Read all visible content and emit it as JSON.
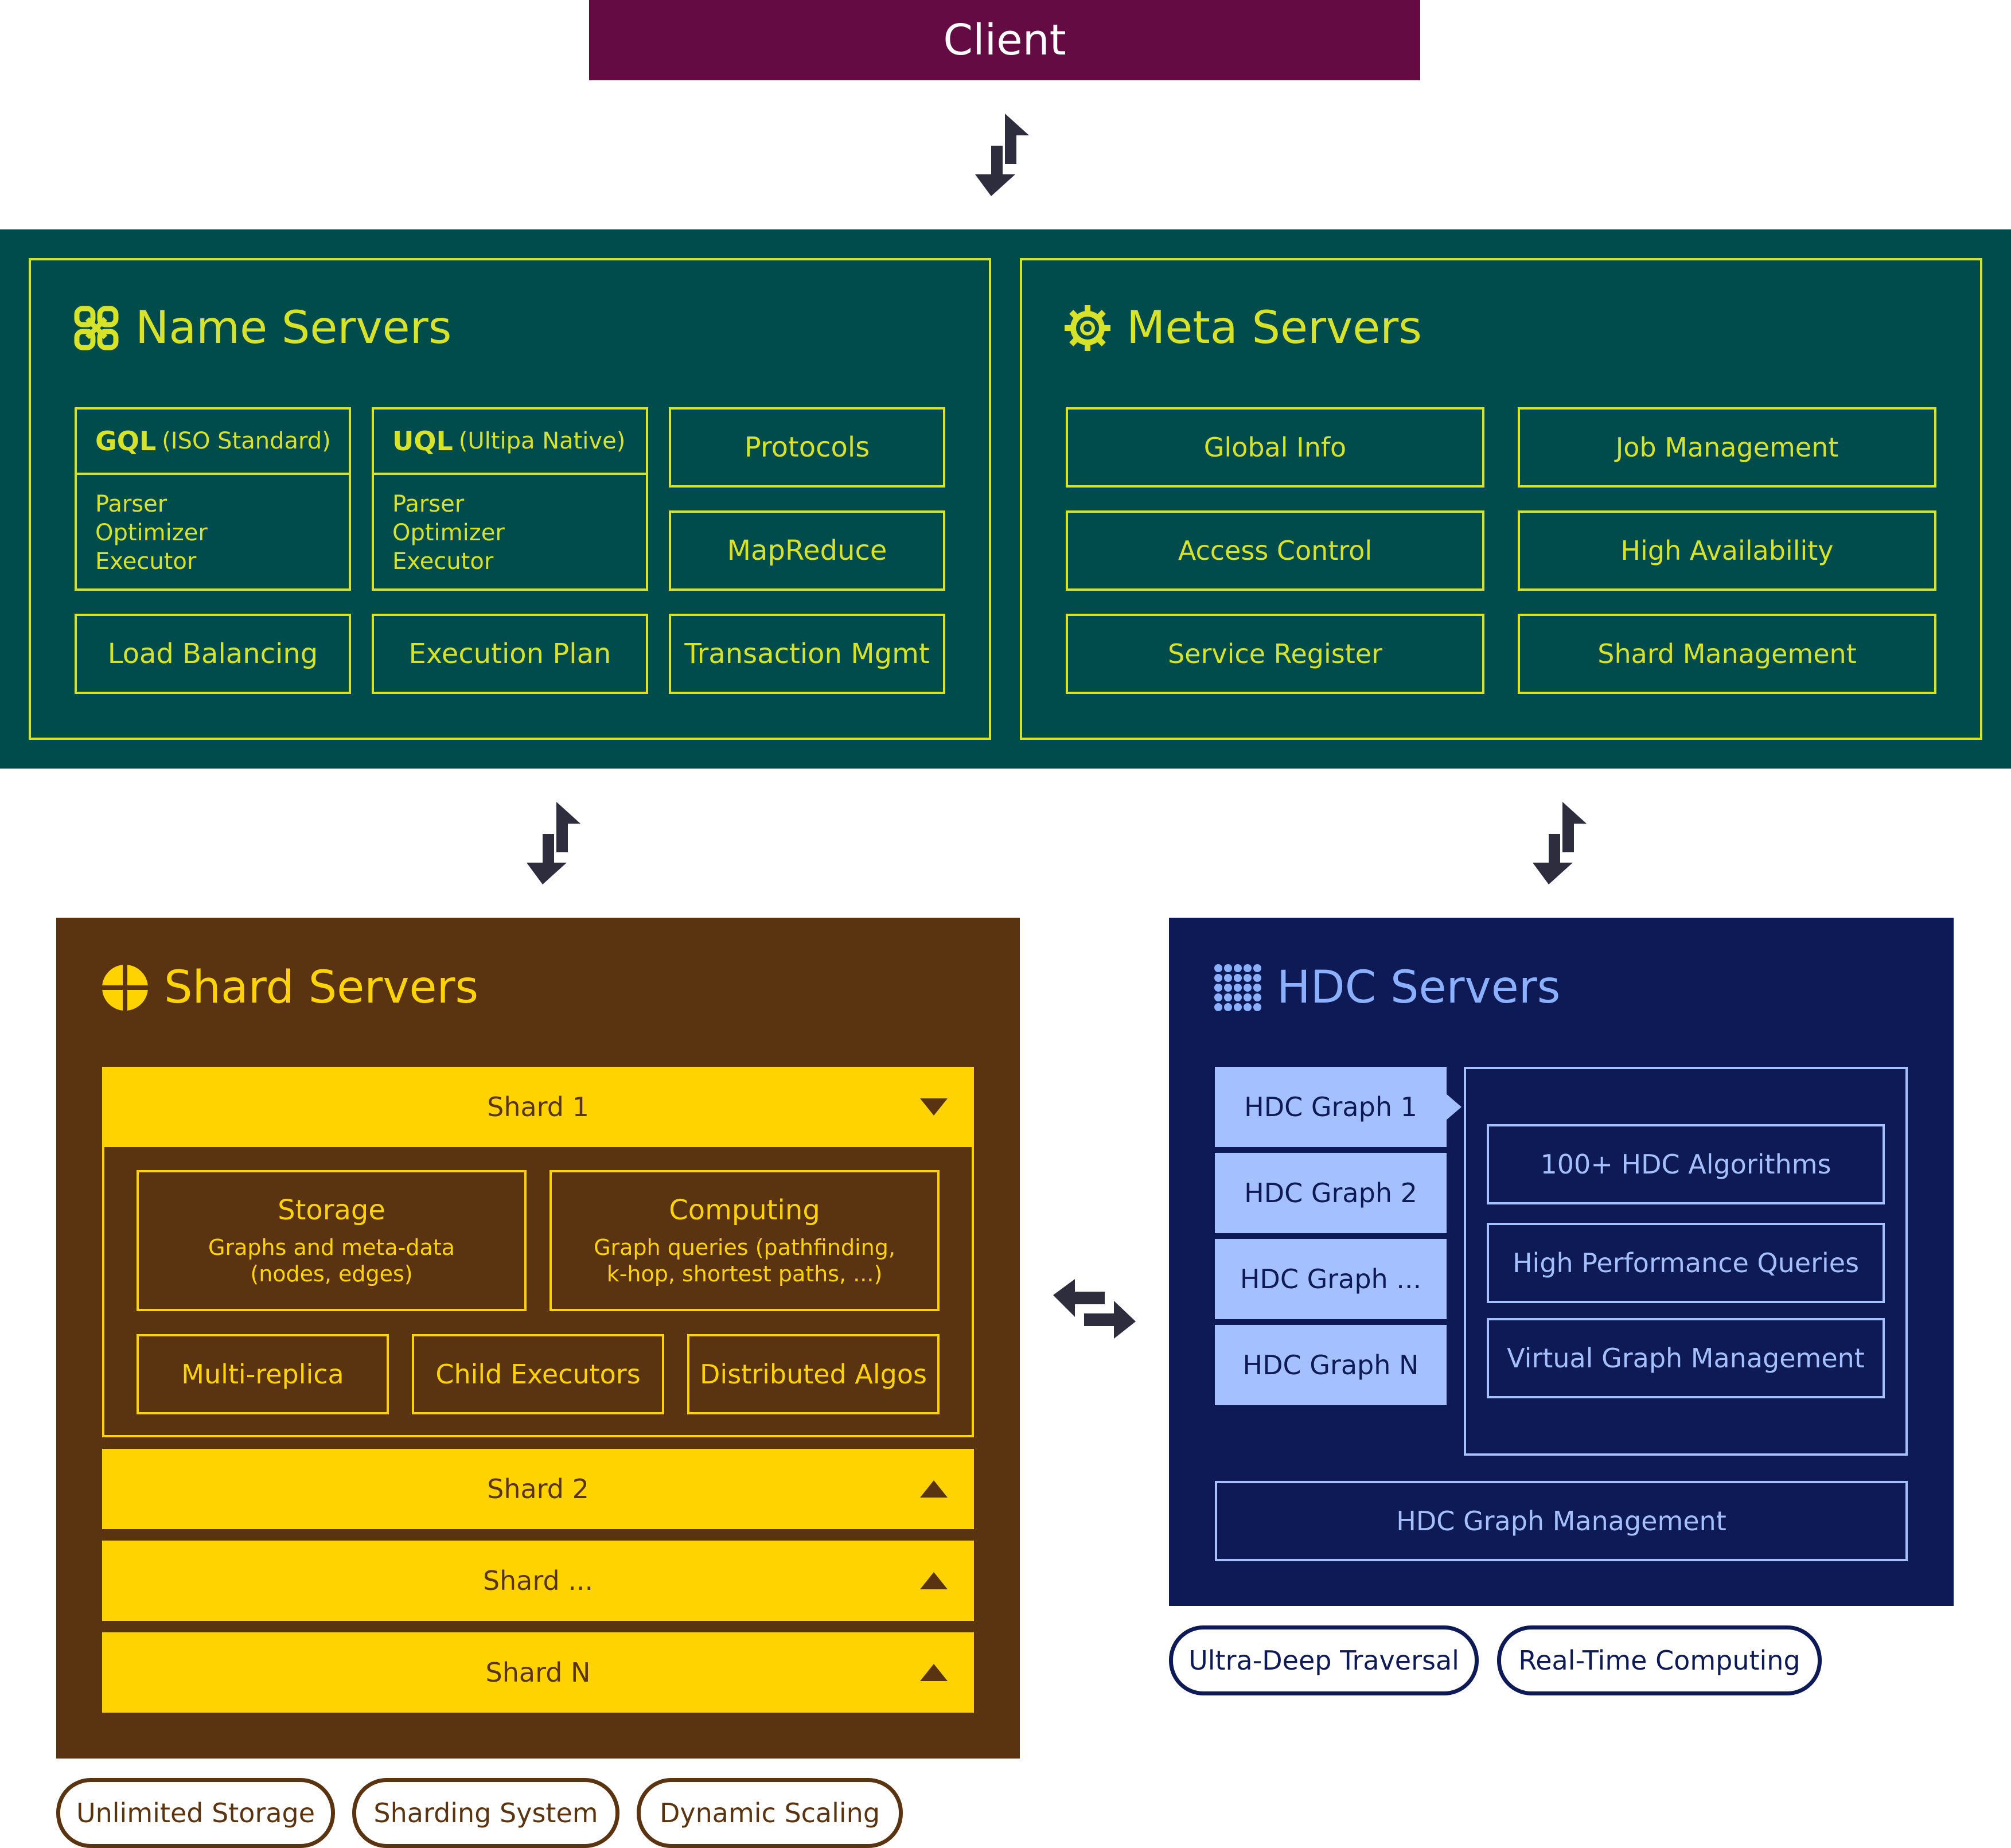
{
  "client": {
    "label": "Client"
  },
  "name_servers": {
    "title": "Name Servers",
    "icon": "name-servers-icon",
    "gql": {
      "name": "GQL",
      "note": "(ISO Standard)",
      "lines": [
        "Parser",
        "Optimizer",
        "Executor"
      ]
    },
    "uql": {
      "name": "UQL",
      "note": "(Ultipa Native)",
      "lines": [
        "Parser",
        "Optimizer",
        "Executor"
      ]
    },
    "protocols": "Protocols",
    "mapreduce": "MapReduce",
    "load_balancing": "Load Balancing",
    "execution_plan": "Execution Plan",
    "transaction_mgmt": "Transaction Mgmt"
  },
  "meta_servers": {
    "title": "Meta Servers",
    "icon": "gear-icon",
    "items": [
      "Global Info",
      "Job Management",
      "Access Control",
      "High Availability",
      "Service Register",
      "Shard Management"
    ]
  },
  "shard_servers": {
    "title": "Shard Servers",
    "icon": "shard-icon",
    "shards": [
      "Shard 1",
      "Shard 2",
      "Shard ...",
      "Shard N"
    ],
    "storage": {
      "title": "Storage",
      "line1": "Graphs and meta-data",
      "line2": "(nodes, edges)"
    },
    "computing": {
      "title": "Computing",
      "line1": "Graph queries (pathfinding,",
      "line2": "k-hop, shortest paths, ...)"
    },
    "multi_replica": "Multi-replica",
    "child_executors": "Child Executors",
    "distributed_algos": "Distributed Algos",
    "tags": [
      "Unlimited Storage",
      "Sharding System",
      "Dynamic Scaling"
    ]
  },
  "hdc_servers": {
    "title": "HDC Servers",
    "icon": "grid-dots-icon",
    "graphs": [
      "HDC Graph 1",
      "HDC Graph 2",
      "HDC Graph ...",
      "HDC Graph N"
    ],
    "features": [
      "100+ HDC Algorithms",
      "High Performance Queries",
      "Virtual Graph Management"
    ],
    "management": "HDC Graph Management",
    "tags": [
      "Ultra-Deep Traversal",
      "Real-Time Computing"
    ]
  },
  "colors": {
    "client": "#640b43",
    "teal": "#004b4b",
    "teal_accent": "#d7e328",
    "brown": "#5a3410",
    "yellow": "#ffd300",
    "navy": "#0d1a55",
    "light_blue": "#a4c0ff",
    "arrow": "#2d2d3d"
  }
}
